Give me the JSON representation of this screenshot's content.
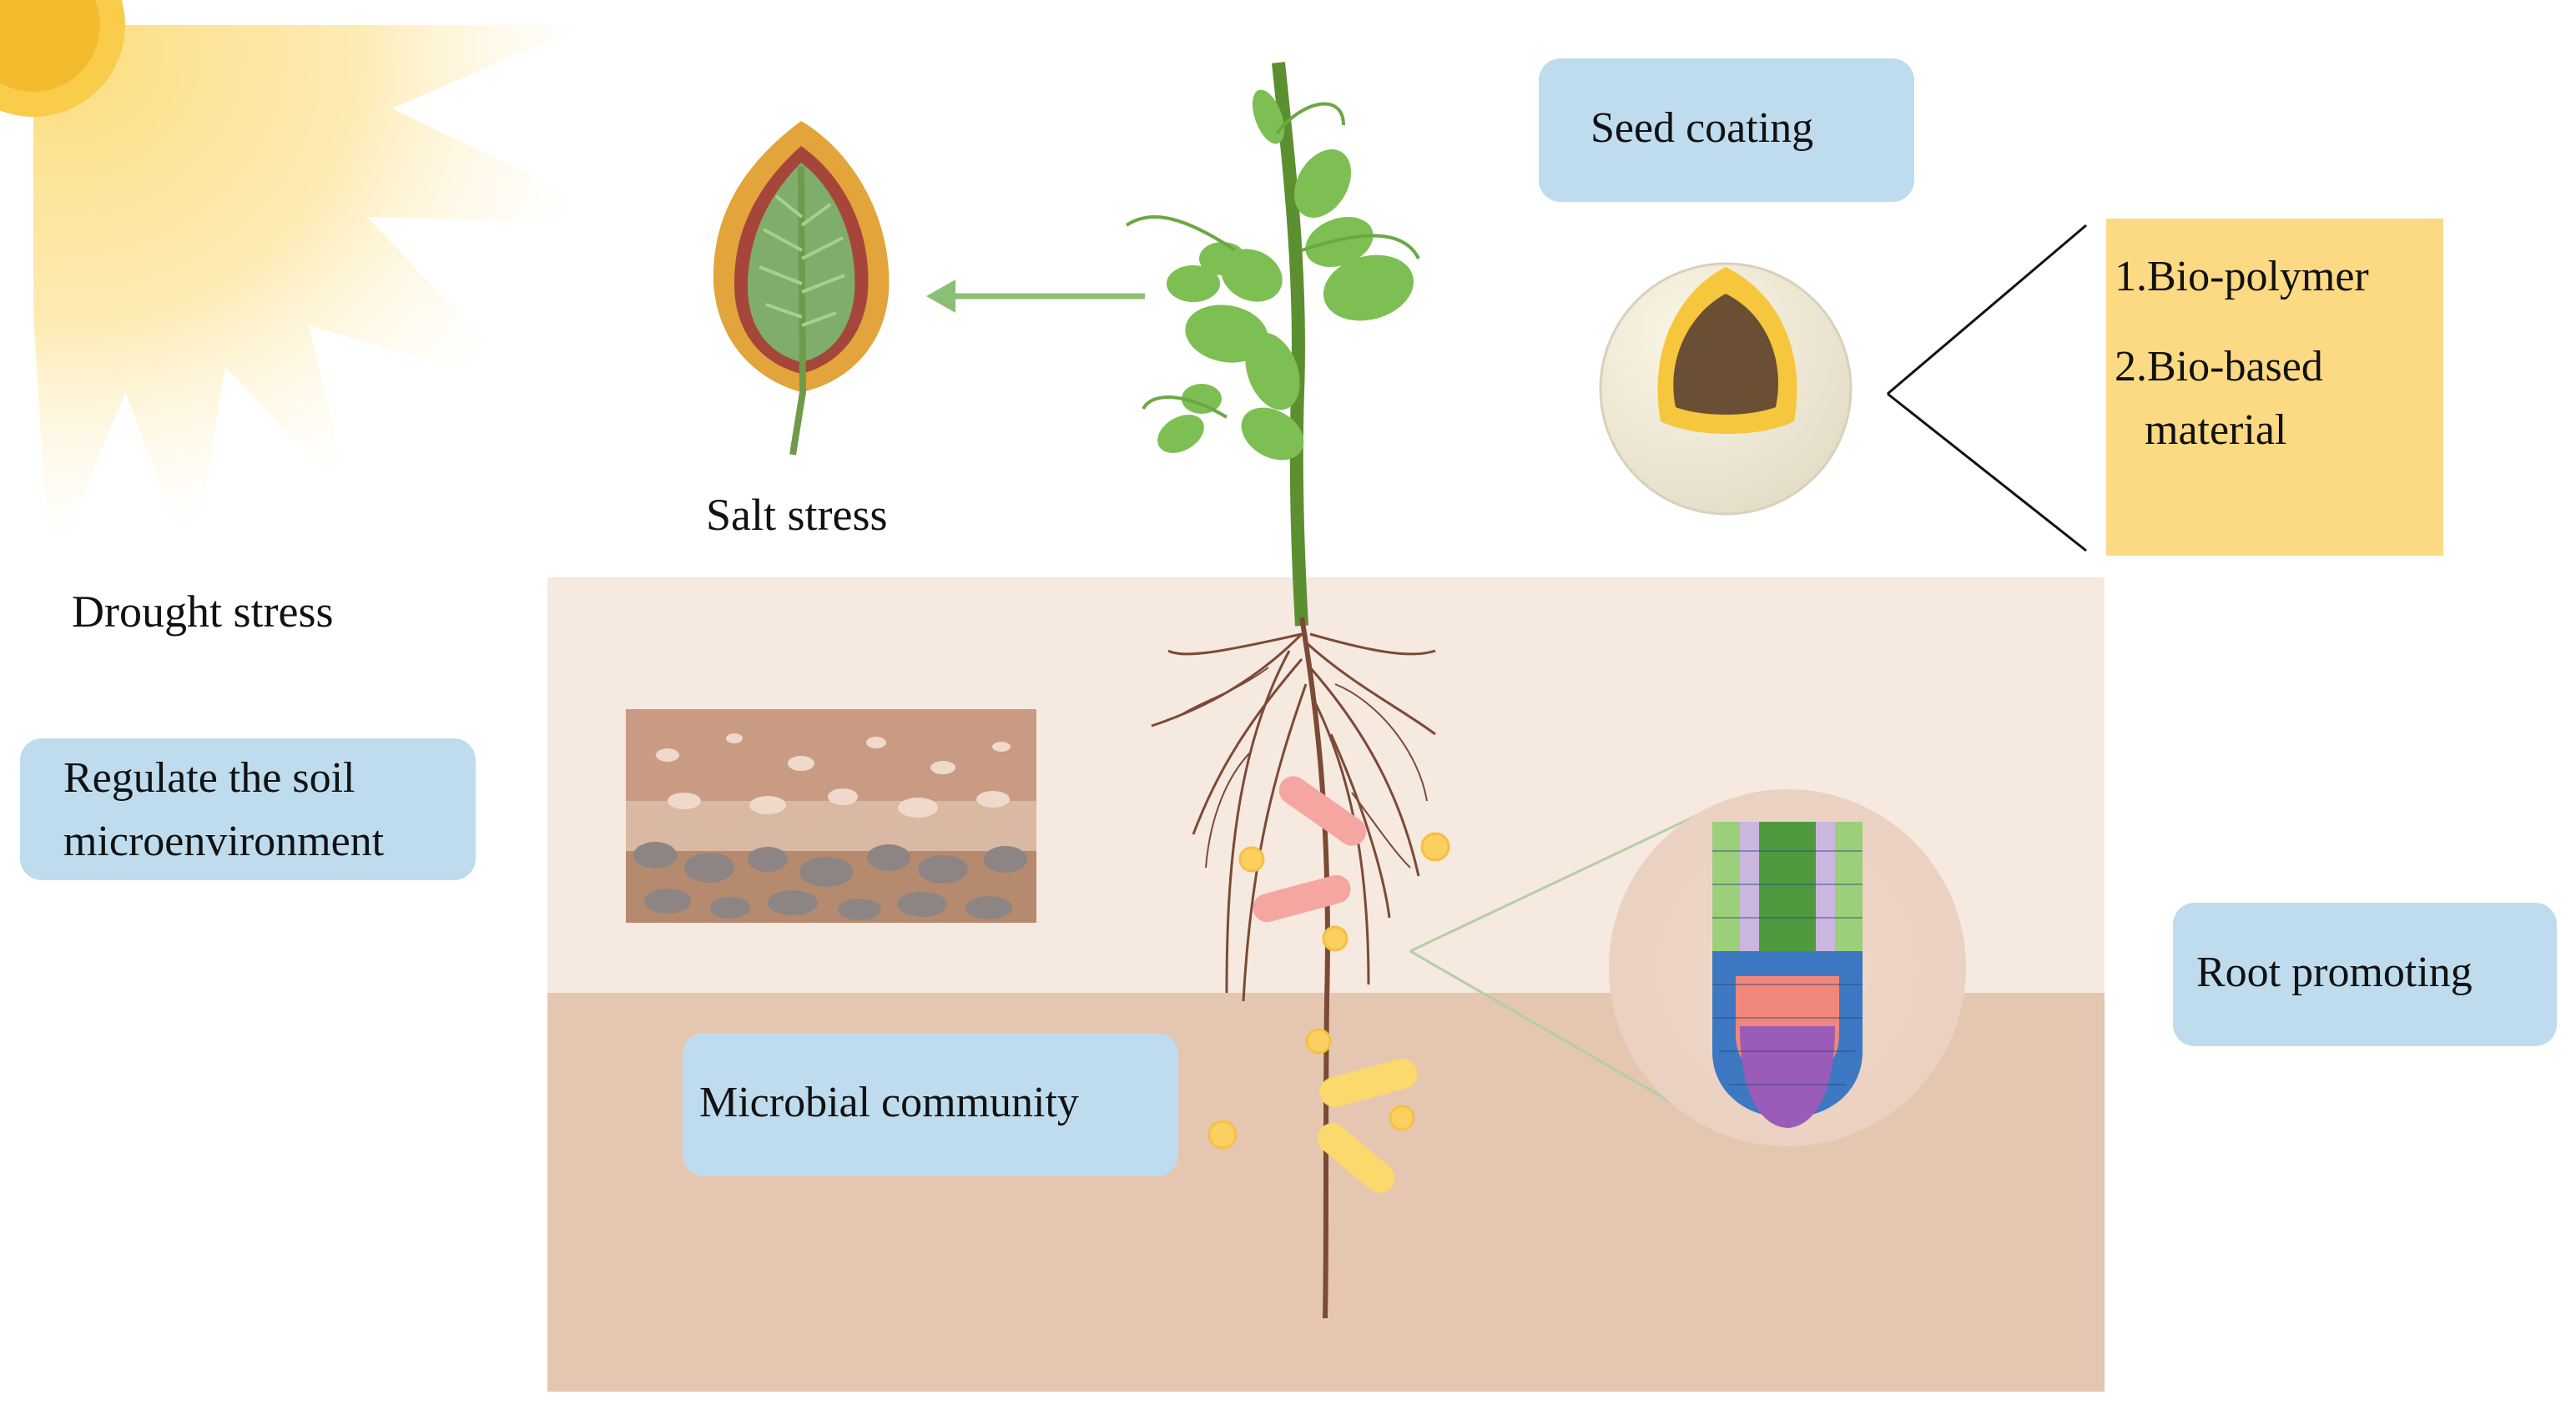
{
  "labels": {
    "drought_stress": "Drought stress",
    "salt_stress": "Salt stress",
    "seed_coating": "Seed coating",
    "regulate_line1": "Regulate the soil",
    "regulate_line2": "microenvironment",
    "root_promoting": "Root promoting",
    "microbial_community": "Microbial community",
    "material_1": "1.Bio-polymer",
    "material_2a": "2.Bio-based",
    "material_2b": "material"
  },
  "colors": {
    "label_box": "#bfdcee",
    "material_box": "#fcd983",
    "sun": "#fbe08a",
    "top_soil": "#f6e9df",
    "deep_soil": "#e4c6b1",
    "stem": "#5c8f2f",
    "leaf": "#6fa848",
    "root": "#7b4a36"
  },
  "icons": [
    "sun-icon",
    "damaged-leaf-icon",
    "plant-icon",
    "coated-seed-icon",
    "soil-layer-icon",
    "bacteria-icon",
    "root-tip-icon"
  ]
}
